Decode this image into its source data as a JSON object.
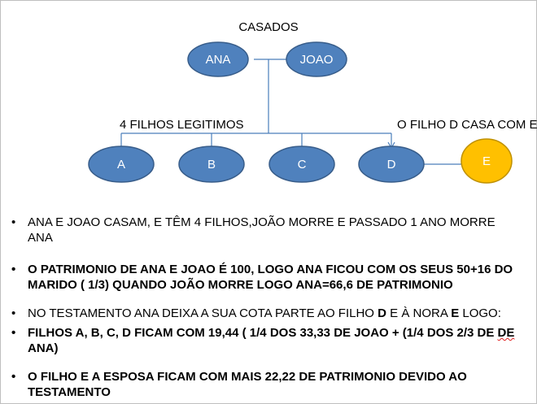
{
  "diagram": {
    "title": "CASADOS",
    "parents": [
      "ANA",
      "JOAO"
    ],
    "children_caption": "4 FILHOS LEGITIMOS",
    "marriage_caption": "O FILHO D CASA COM E",
    "children": [
      "A",
      "B",
      "C",
      "D"
    ],
    "spouse": "E",
    "colors": {
      "node_fill": "#4f81bd",
      "node_stroke": "#385d8a",
      "spouse_fill": "#ffc000",
      "spouse_stroke": "#bf9000",
      "line": "#4a7ebb"
    }
  },
  "bullets": {
    "b1": "ANA E JOAO CASAM, E TÊM 4 FILHOS,JOÃO MORRE E PASSADO 1 ANO MORRE ANA",
    "b2": "O PATRIMONIO DE ANA E JOAO É 100, LOGO ANA FICOU COM OS SEUS 50+16 DO MARIDO  ( 1/3) QUANDO JOÃO  MORRE LOGO ANA=66,6 DE PATRIMONIO",
    "b3_pre": "NO TESTAMENTO ANA DEIXA A SUA COTA PARTE AO FILHO ",
    "b3_d": "D",
    "b3_mid": " E À NORA ",
    "b3_e": "E",
    "b3_post": " LOGO:",
    "b4_pre": "FILHOS A, B, C, D FICAM COM 19,44 ( 1/4 DOS 33,33 DE JOAO + (1/4 DOS 2/3 DE ",
    "b4_de": "DE",
    "b4_post": " ANA)",
    "b5": "O FILHO E A ESPOSA FICAM COM MAIS 22,22 DE PATRIMONIO DEVIDO AO TESTAMENTO"
  }
}
